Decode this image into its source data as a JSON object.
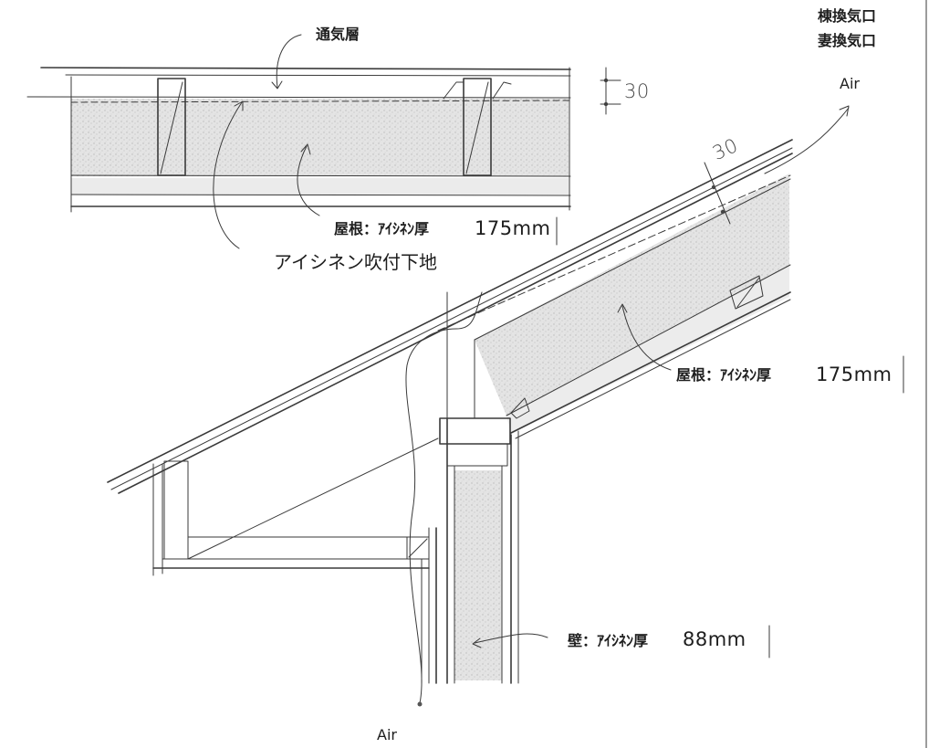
{
  "labels": {
    "ventilation_layer": "通気層",
    "ridge_vent": "棟換気口",
    "gable_vent": "妻換気口",
    "air_top": "Air",
    "air_bottom": "Air",
    "roof_detail_spacing": "30",
    "roof_section_spacing": "30",
    "roof_detail_label": "屋根：ｱｲｼﾈﾝ厚",
    "roof_detail_value": "175mm",
    "roof_section_label": "屋根：ｱｲｼﾈﾝ厚",
    "roof_section_value": "175mm",
    "substrate_label": "アイシネン吹付下地",
    "wall_label": "壁：ｱｲｼﾈﾝ厚",
    "wall_value": "88mm"
  }
}
